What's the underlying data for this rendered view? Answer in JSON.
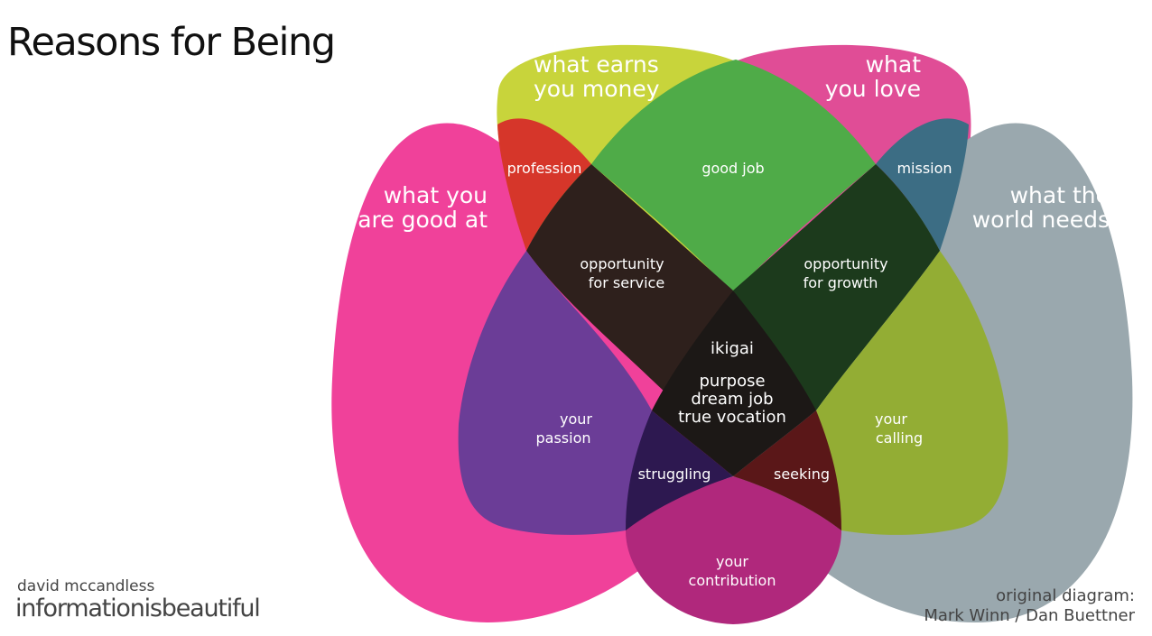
{
  "title": "Reasons for Being",
  "credit": {
    "author": "david mccandless",
    "brand": "informationisbeautiful"
  },
  "source": {
    "line1": "original diagram:",
    "line2": "Mark Winn / Dan Buettner"
  },
  "sets": {
    "good_at": {
      "line1": "what you",
      "line2": "are good at",
      "color": "#f0419a"
    },
    "money": {
      "line1": "what earns",
      "line2": "you money",
      "color": "#c8d43b"
    },
    "love": {
      "line1": "what",
      "line2": "you love",
      "color": "#e04d96"
    },
    "needs": {
      "line1": "what the",
      "line2": "world needs",
      "color": "#9aa8ae"
    }
  },
  "regions": {
    "profession": "profession",
    "good_job": "good job",
    "mission": "mission",
    "opp_service": {
      "line1": "opportunity",
      "line2": "for service"
    },
    "opp_growth": {
      "line1": "opportunity",
      "line2": "for growth"
    },
    "passion": {
      "line1": "your",
      "line2": "passion"
    },
    "calling": {
      "line1": "your",
      "line2": "calling"
    },
    "struggling": "struggling",
    "seeking": "seeking",
    "contribution": {
      "line1": "your",
      "line2": "contribution"
    },
    "core": {
      "ikigai": "ikigai",
      "line1": "purpose",
      "line2": "dream job",
      "line3": "true vocation"
    }
  },
  "colors": {
    "profession": "#d6362a",
    "good_job": "#4fab48",
    "mission": "#3c6d84",
    "opp_service": "#2e201c",
    "opp_growth": "#1c3a1c",
    "passion": "#6b3d97",
    "calling": "#93ad34",
    "struggling": "#2d1850",
    "seeking": "#5a1718",
    "contribution": "#b0287c",
    "core": "#1c1816"
  }
}
